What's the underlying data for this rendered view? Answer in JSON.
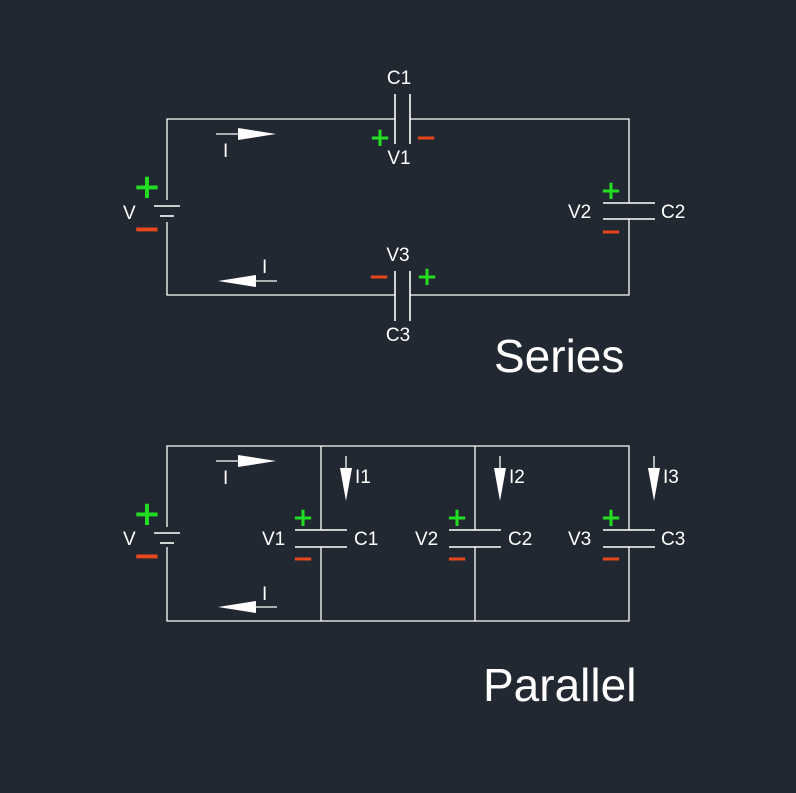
{
  "colors": {
    "background": "#222831",
    "wire": "#ffffff",
    "positive": "#22dd22",
    "negative": "#e8461c"
  },
  "series": {
    "title": "Series",
    "source_label": "V",
    "current_label": "I",
    "c1": {
      "name": "C1",
      "voltage": "V1"
    },
    "c2": {
      "name": "C2",
      "voltage": "V2"
    },
    "c3": {
      "name": "C3",
      "voltage": "V3"
    }
  },
  "parallel": {
    "title": "Parallel",
    "source_label": "V",
    "current_label": "I",
    "branches": [
      {
        "name": "C1",
        "voltage": "V1",
        "current": "I1"
      },
      {
        "name": "C2",
        "voltage": "V2",
        "current": "I2"
      },
      {
        "name": "C3",
        "voltage": "V3",
        "current": "I3"
      }
    ]
  },
  "signs": {
    "plus": "+",
    "minus": "−"
  }
}
